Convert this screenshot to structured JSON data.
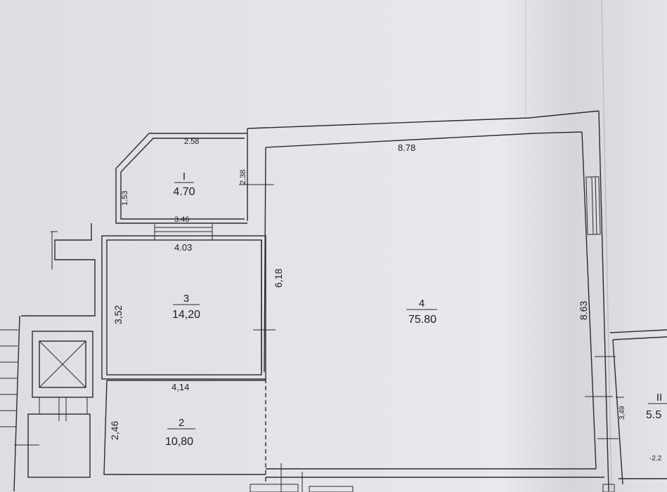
{
  "rooms": [
    {
      "id": "I",
      "number": "I",
      "area": "4.70"
    },
    {
      "id": "3",
      "number": "3",
      "area": "14,20"
    },
    {
      "id": "4",
      "number": "4",
      "area": "75.80"
    },
    {
      "id": "2",
      "number": "2",
      "area": "10,80"
    },
    {
      "id": "II",
      "number": "II",
      "area": "5.5"
    }
  ],
  "dimensions": {
    "room_I_top": "2.58",
    "room_I_left": "1.53",
    "room_I_right": "2.38",
    "room_I_bottom": "3.46",
    "room_3_top": "4.03",
    "room_3_left": "3,52",
    "room_3_right": "6,18",
    "room_2_top": "4,14",
    "room_2_left": "2,46",
    "room_4_top": "8.78",
    "room_4_right": "8.63",
    "room_II_left": "3,49",
    "room_II_partial": "-2.2"
  },
  "colors": {
    "paper": "#e9eaed",
    "line": "#2a2a30",
    "text": "#1c1c22",
    "right_shadow": "#c9cbd0"
  }
}
